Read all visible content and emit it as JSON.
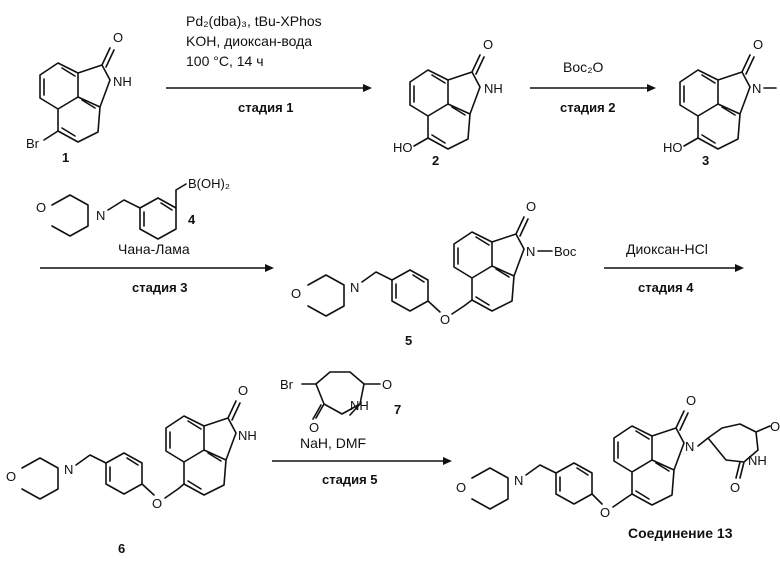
{
  "step1": {
    "cond_line1": "Pd₂(dba)₃, tBu-XPhos",
    "cond_line2": "KOH, диоксан-вода",
    "cond_line3": "100 °C, 14 ч",
    "stage": "стадия 1"
  },
  "step2": {
    "reagent": "Boc₂O",
    "stage": "стадия 2"
  },
  "step3": {
    "reagent_label": "Чана-Лама",
    "stage": "стадия 3"
  },
  "step4": {
    "reagent": "Диоксан-HCl",
    "stage": "стадия 4"
  },
  "step5": {
    "reagent": "NaH, DMF",
    "stage": "стадия 5"
  },
  "compounds": {
    "c1": {
      "number": "1"
    },
    "c2": {
      "number": "2"
    },
    "c3": {
      "number": "3"
    },
    "c4": {
      "number": "4"
    },
    "c5": {
      "number": "5"
    },
    "c6": {
      "number": "6"
    },
    "c7": {
      "number": "7"
    },
    "final": {
      "name": "Соединение 13"
    }
  },
  "atoms": {
    "O": "O",
    "NH": "NH",
    "N": "N",
    "Br": "Br",
    "HO": "HO",
    "boronic": "B(OH)₂",
    "boc": "Boc",
    "dash": "−"
  }
}
